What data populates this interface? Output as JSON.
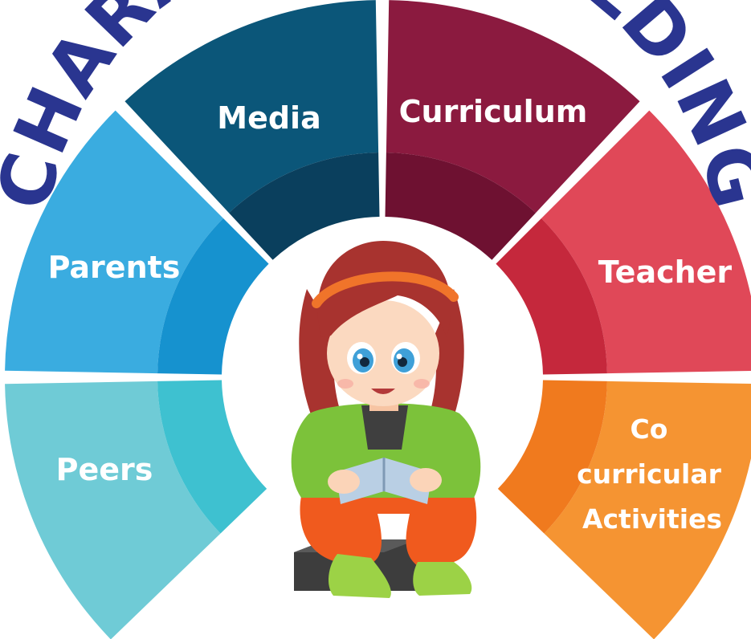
{
  "title": {
    "text": "CHARACTER BUILDING",
    "color": "#2a3590"
  },
  "segments": [
    {
      "key": "parents",
      "label": "Parents",
      "color": "#3aace0",
      "inner_color": "#1692cf"
    },
    {
      "key": "media",
      "label": "Media",
      "color": "#0b5679",
      "inner_color": "#0a3f5d"
    },
    {
      "key": "curriculum",
      "label": "Curriculum",
      "color": "#8b1a3f",
      "inner_color": "#6e1131"
    },
    {
      "key": "teacher",
      "label": "Teacher",
      "color": "#e04858",
      "inner_color": "#c5283c"
    },
    {
      "key": "peers",
      "label": "Peers",
      "color": "#6fcbd6",
      "inner_color": "#3ec1d0"
    },
    {
      "key": "co_curricular",
      "label_lines": [
        "Co",
        "curricular",
        "Activities"
      ],
      "color": "#f59432",
      "inner_color": "#f07a1e"
    }
  ],
  "illustration": {
    "subject": "girl-reading-book",
    "hair_color": "#a8332f",
    "headband_color": "#f0742a",
    "hoodie_color": "#7cc23a",
    "pants_color": "#f05a1e",
    "book_color": "#b9cfe4",
    "seat_color": "#3d3d3d",
    "shoe_color": "#9cd246"
  }
}
